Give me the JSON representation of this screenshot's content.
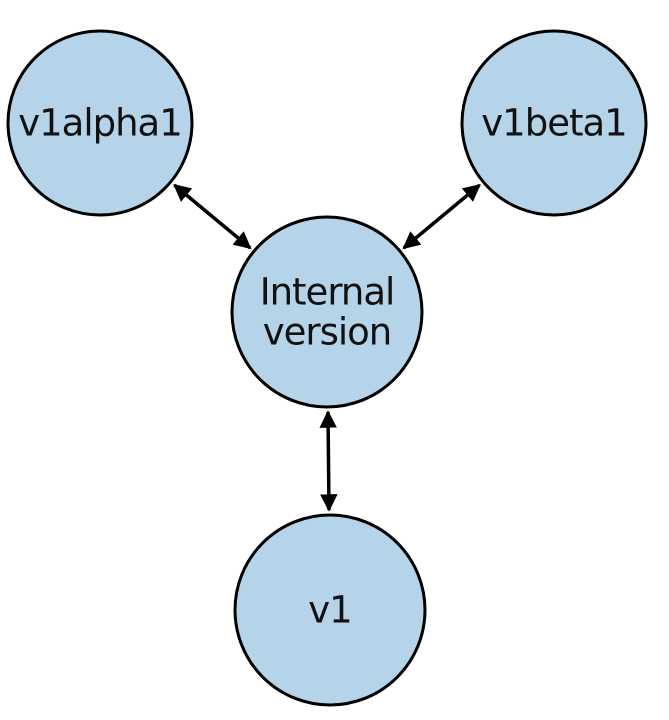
{
  "diagram": {
    "nodes": [
      {
        "id": "v1alpha1",
        "lines": [
          "v1alpha1"
        ]
      },
      {
        "id": "v1beta1",
        "lines": [
          "v1beta1"
        ]
      },
      {
        "id": "internal",
        "lines": [
          "Internal",
          "version"
        ]
      },
      {
        "id": "v1",
        "lines": [
          "v1"
        ]
      }
    ],
    "edges": [
      {
        "from": "v1alpha1",
        "to": "internal",
        "direction": "bidirectional"
      },
      {
        "from": "v1beta1",
        "to": "internal",
        "direction": "bidirectional"
      },
      {
        "from": "internal",
        "to": "v1",
        "direction": "bidirectional"
      }
    ],
    "colors": {
      "node_fill": "#b5d4ea",
      "node_stroke": "#000000",
      "edge": "#000000"
    }
  }
}
